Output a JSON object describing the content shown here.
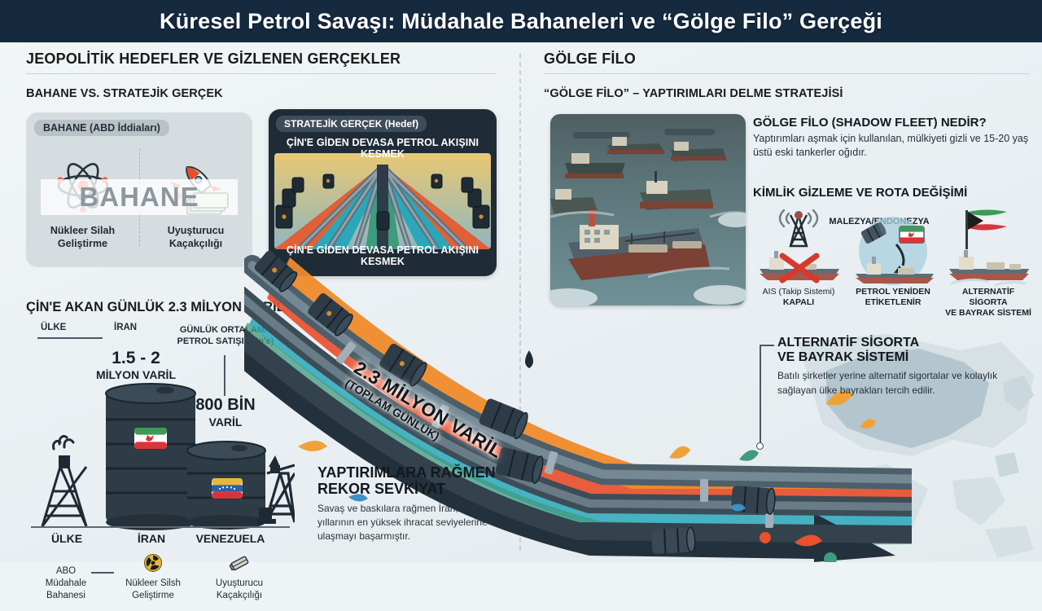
{
  "header": {
    "title": "Küresel Petrol Savaşı: Müdahale Bahaneleri ve “Gölge Filo” Gerçeği"
  },
  "left": {
    "section_title": "JEOPOLİTİK HEDEFLER VE GİZLENEN GERÇEKLER",
    "sub_title": "BAHANE VS. STRATEJİK GERÇEK",
    "bahane_card": {
      "tag": "BAHANE (ABD İddiaları)",
      "watermark": "BAHANE",
      "items": [
        {
          "icon": "atom-icon",
          "label": "Nükleer Silah\nGeliştirme"
        },
        {
          "icon": "rocket-money-icon",
          "label": "Uyuşturucu\nKaçakçılığı"
        }
      ]
    },
    "strategic_card": {
      "tag": "STRATEJİK GERÇEK (Hedef)",
      "top_text": "ÇİN'E GİDEN DEVASA PETROL AKIŞINI KESMEK",
      "bottom_text": "ÇİN'E GİDEN DEVASA PETROL AKIŞINI KESMEK",
      "art": "oil-pipeline-barrels-illustration"
    }
  },
  "chart_data": {
    "type": "bar",
    "title": "ÇİN'E AKAN GÜNLÜK 2.3 MİLYON VARİL",
    "xlabel": "",
    "ylabel": "",
    "header_labels": [
      "ÜLKE",
      "İRAN"
    ],
    "callout": "GÜNLÜK ORTALAMA\nPETROL SATIŞI (Çin'e)",
    "categories": [
      "ÜLKE",
      "İRAN",
      "VENEZUELA"
    ],
    "values": [
      null,
      1750000,
      800000
    ],
    "value_labels": [
      "",
      "1.5 - 2\nMİLYON VARİL",
      "800 BİN\nVARİL"
    ],
    "unit": "varil/gün",
    "total_label": "2.3 MİLYON VARİL",
    "total_sub": "(TOPLAM GÜNLÜK)",
    "legend": [
      {
        "icon": "oil-derrick-icon",
        "label": "ABO\nMüdahale\nBahanesi"
      },
      {
        "icon": "radiation-icon",
        "label": "Nükleer Silsh\nGeliştirme"
      },
      {
        "icon": "drug-packet-icon",
        "label": "Uyuşturucu\nKaçakçılığı"
      }
    ],
    "flags": {
      "iran": "iran-flag",
      "venezuela": "venezuela-flag"
    }
  },
  "pipeline": {
    "label_main": "2.3 MİLYON VARİL",
    "label_sub": "(TOPLAM GÜNLÜK)"
  },
  "record": {
    "title": "YAPTIRIMLARA RAĞMEN\nREKOR SEVKİYAT",
    "body": "Savaş ve baskılara rağmen İran, son yıllarının en yüksek ihracat seviyelerine ulaşmayı başarmıştır."
  },
  "right": {
    "section_title": "GÖLGE FİLO",
    "sub_title": "“GÖLGE FİLO” – YAPTIRIMLARI DELME STRATEJİSİ",
    "photo": "shadow-fleet-tankers-illustration",
    "what_is": {
      "title": "GÖLGE FİLO (SHADOW FLEET) NEDİR?",
      "body": "Yaptırımları aşmak için kullanılan, mülkiyeti gizli ve 15-20 yaş üstü eski tankerler oğıdır."
    },
    "hiding": {
      "title": "KİMLİK GİZLEME VE ROTA DEĞİŞİMİ",
      "region_label": "MALEZYA/ENDONEZYA",
      "items": [
        {
          "icon": "ais-disabled-icon",
          "line1": "AIS (Takip Sistemi)",
          "line2": "KAPALI"
        },
        {
          "icon": "oil-relabel-icon",
          "line1": "PETROL YENİDEN",
          "line2": "ETİKETLENİR"
        },
        {
          "icon": "alt-flag-ship-icon",
          "line1": "ALTERNATİF SİGORTA",
          "line2": "VE BAYRAK SİSTEMİ"
        }
      ]
    },
    "alt_insurance": {
      "title": "ALTERNATİF SİGORTA\nVE BAYRAK SİSTEMİ",
      "body": "Batılı şirketler yerine alternatif sigortalar ve kolaylık sağlayan ülke bayrakları tercih edilir."
    }
  },
  "colors": {
    "header_bg": "#15293f",
    "page_bg": "#eef3f5",
    "dark_card": "#1f2c37",
    "grey_card": "#d6dde1",
    "barrel": "#2e3c47",
    "accent_orange": "#f08a2a",
    "accent_red": "#e8502f",
    "accent_teal": "#2aa7b8",
    "accent_green": "#3f9a7e",
    "map": "#7e98a5"
  }
}
